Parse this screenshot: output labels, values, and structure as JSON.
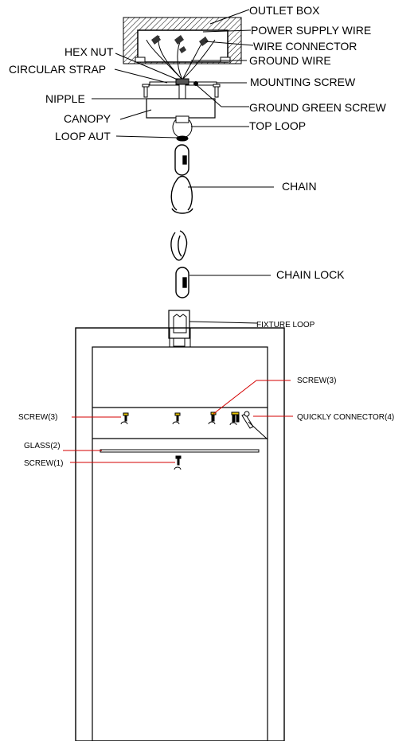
{
  "labels": {
    "outlet_box": "OUTLET BOX",
    "power_supply_wire": "POWER SUPPLY WIRE",
    "wire_connector": "WIRE CONNECTOR",
    "ground_wire": "GROUND WIRE",
    "hex_nut": "HEX NUT",
    "circular_strap": "CIRCULAR STRAP",
    "mounting_screw": "MOUNTING SCREW",
    "nipple": "NIPPLE",
    "ground_green_screw": "GROUND GREEN SCREW",
    "canopy": "CANOPY",
    "top_loop": "TOP LOOP",
    "loop_aut": "LOOP AUT",
    "chain": "CHAIN",
    "chain_lock": "CHAIN LOCK",
    "fixture_loop": "FIXTURE LOOP",
    "screw_3_top": "SCREW(3)",
    "screw_3_left": "SCREW(3)",
    "quickly_connector": "QUICKLY CONNECTOR(4)",
    "glass": "GLASS(2)",
    "screw_1": "SCREW(1)"
  },
  "colors": {
    "line": "#000000",
    "leader_red": "#d40000",
    "screw_head_yellow": "#e8c400",
    "hatch": "#000000"
  }
}
